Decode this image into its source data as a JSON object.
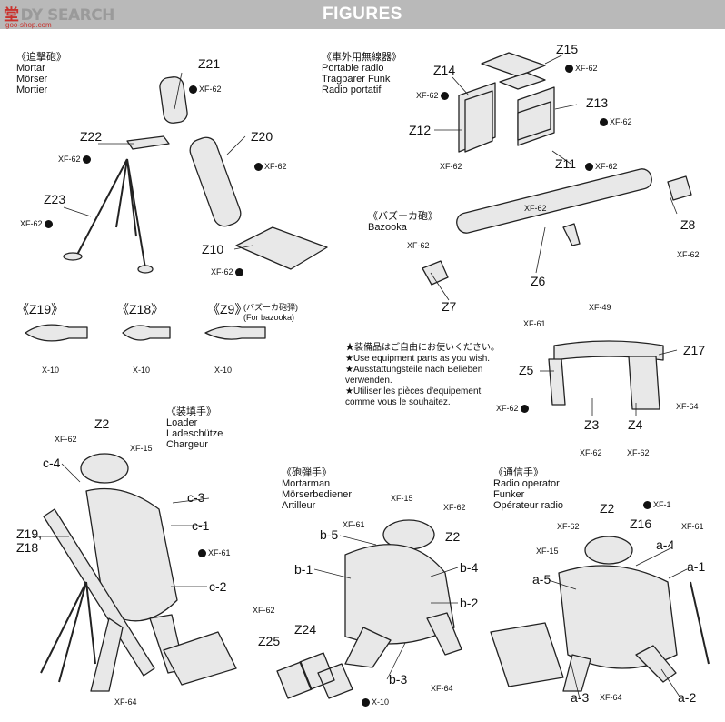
{
  "header": {
    "watermark": "堂",
    "watermark_latin": "DY SEARCH",
    "watermark_url": "goo-shop.com",
    "title": "FIGURES"
  },
  "sections": {
    "mortar": {
      "label": "《追撃砲》\nMortar\nMörser\nMortier"
    },
    "radio": {
      "label": "《車外用無線器》\nPortable radio\nTragbarer Funk\nRadio portatif"
    },
    "bazooka": {
      "label": "《バズーカ砲》\nBazooka"
    },
    "loader": {
      "label": "《装填手》\nLoader\nLadeschütze\nChargeur"
    },
    "mortarman": {
      "label": "《砲弾手》\nMortarman\nMörserbediener\nArtilleur"
    },
    "radio_operator": {
      "label": "《通信手》\nRadio operator\nFunker\nOpérateur radio"
    }
  },
  "shells": {
    "z19": "《Z19》",
    "z18": "《Z18》",
    "z9": "《Z9》",
    "z9_note": "(バズーカ砲弾)\n(For bazooka)",
    "paint": "X-10"
  },
  "note": "★装備品はご自由にお使いください。\n★Use equipment parts as you wish.\n★Ausstattungsteile nach Belieben\nverwenden.\n★Utiliser les pièces d'equipement\ncomme vous le souhaitez.",
  "parts": {
    "z21": "Z21",
    "z22": "Z22",
    "z20": "Z20",
    "z23": "Z23",
    "z10": "Z10",
    "z15": "Z15",
    "z14": "Z14",
    "z13": "Z13",
    "z12": "Z12",
    "z11": "Z11",
    "z8": "Z8",
    "z6": "Z6",
    "z7": "Z7",
    "z17": "Z17",
    "z5": "Z5",
    "z3": "Z3",
    "z4": "Z4",
    "z2a": "Z2",
    "c4": "c-4",
    "c3": "c-3",
    "c1": "c-1",
    "c2": "c-2",
    "z19z18": "Z19,\nZ18",
    "b5": "b-5",
    "b1": "b-1",
    "b4": "b-4",
    "b2": "b-2",
    "b3": "b-3",
    "z2b": "Z2",
    "z24": "Z24",
    "z25": "Z25",
    "z2c": "Z2",
    "z16": "Z16",
    "a4": "a-4",
    "a1": "a-1",
    "a5": "a-5",
    "a3": "a-3",
    "a2": "a-2"
  },
  "paints": {
    "xf62": "XF-62",
    "xf15": "XF-15",
    "xf61": "XF-61",
    "xf49": "XF-49",
    "xf64": "XF-64",
    "xf1": "XF-1",
    "x10": "X-10"
  }
}
